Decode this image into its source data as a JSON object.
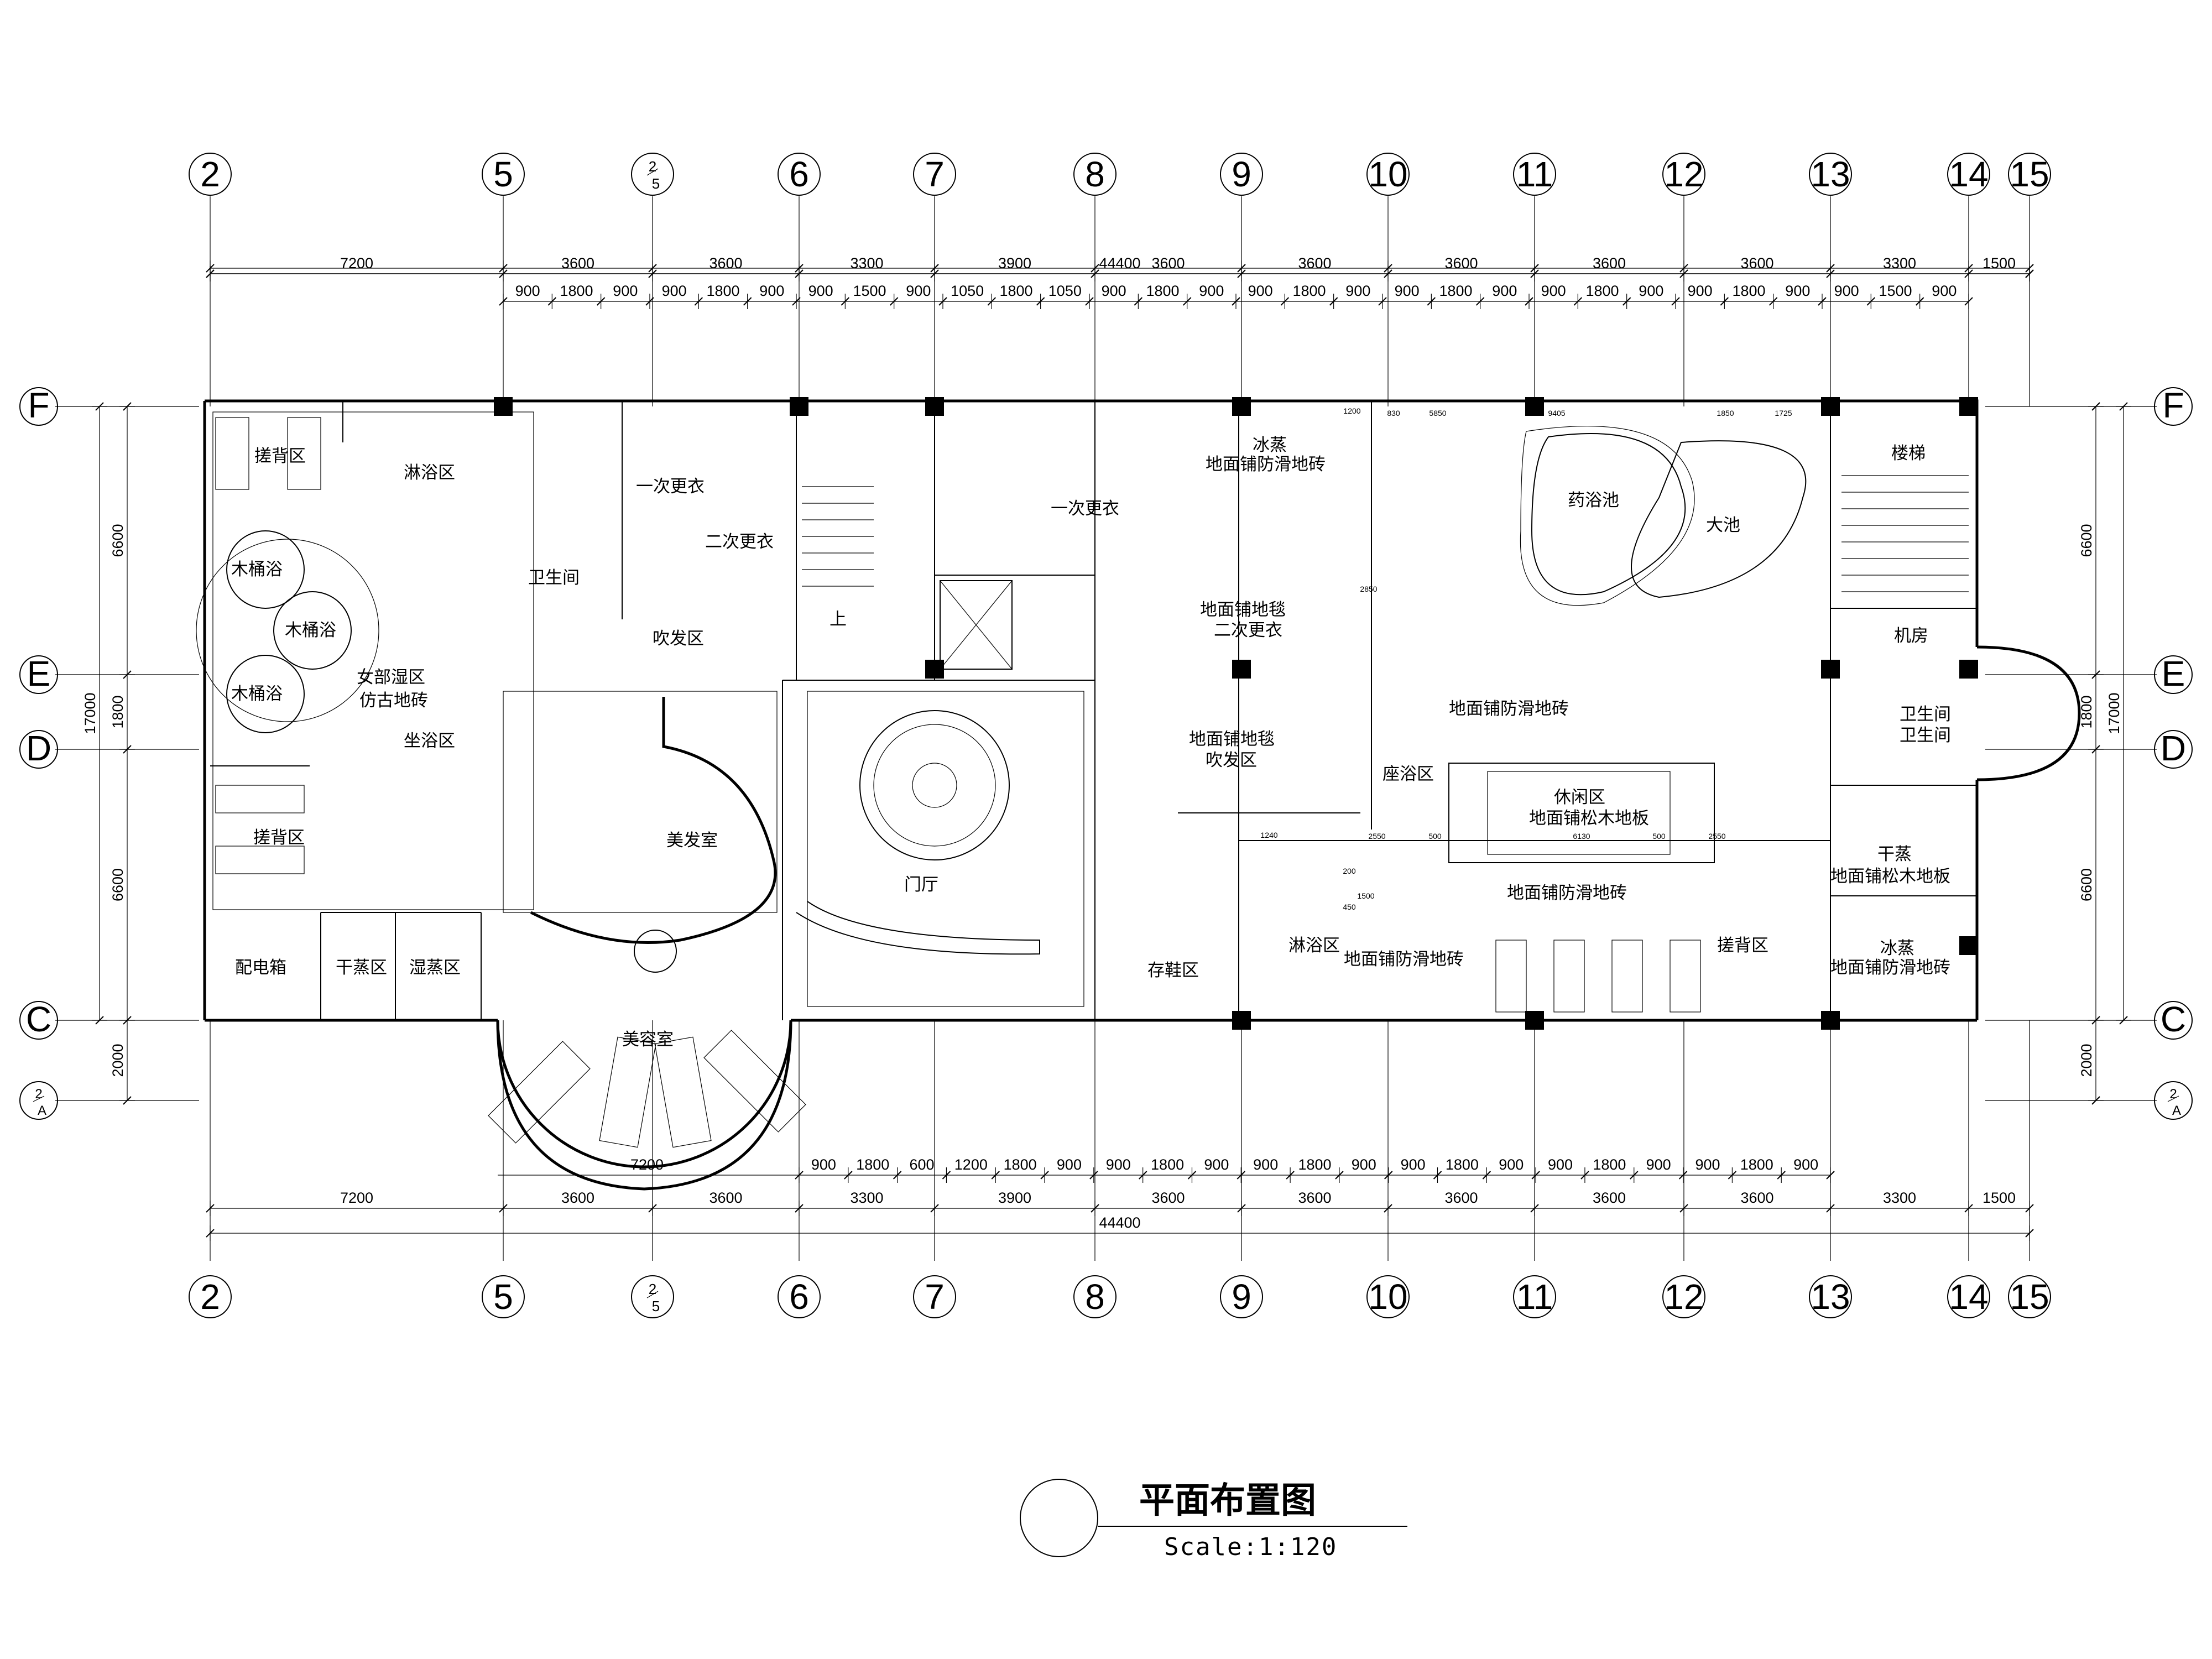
{
  "drawing": {
    "title": "平面布置图",
    "scale": "Scale:1:120"
  },
  "axes": {
    "columns": [
      {
        "id": "col-2",
        "label": "2"
      },
      {
        "id": "col-5",
        "label": "5"
      },
      {
        "id": "col-2-5",
        "label": "2/5",
        "num": "2",
        "den": "5"
      },
      {
        "id": "col-6",
        "label": "6"
      },
      {
        "id": "col-7",
        "label": "7"
      },
      {
        "id": "col-8",
        "label": "8"
      },
      {
        "id": "col-9",
        "label": "9"
      },
      {
        "id": "col-10",
        "label": "10"
      },
      {
        "id": "col-11",
        "label": "11"
      },
      {
        "id": "col-12",
        "label": "12"
      },
      {
        "id": "col-13",
        "label": "13"
      },
      {
        "id": "col-14",
        "label": "14"
      },
      {
        "id": "col-15",
        "label": "15"
      }
    ],
    "rows": [
      {
        "id": "row-F",
        "label": "F"
      },
      {
        "id": "row-E",
        "label": "E"
      },
      {
        "id": "row-D",
        "label": "D"
      },
      {
        "id": "row-C",
        "label": "C"
      },
      {
        "id": "row-2-A",
        "label": "2/A",
        "num": "2",
        "den": "A"
      }
    ]
  },
  "dimensions": {
    "overall": "44400",
    "top_bays": [
      "7200",
      "3600",
      "3600",
      "3300",
      "3900",
      "3600",
      "3600",
      "3600",
      "3600",
      "3600",
      "3300",
      "1500"
    ],
    "top_sub": [
      "900",
      "1800",
      "900",
      "900",
      "1800",
      "900",
      "900",
      "1500",
      "900",
      "1050",
      "1800",
      "1050",
      "900",
      "1800",
      "900",
      "900",
      "1800",
      "900",
      "900",
      "1800",
      "900",
      "900",
      "1800",
      "900",
      "900",
      "1800",
      "900",
      "900",
      "1500",
      "900"
    ],
    "bottom_sub_first": "7200",
    "bottom_sub": [
      "900",
      "1800",
      "600",
      "1200",
      "1800",
      "900",
      "900",
      "1800",
      "900",
      "900",
      "1800",
      "900",
      "900",
      "1800",
      "900",
      "900",
      "1800",
      "900",
      "900",
      "1800",
      "900"
    ],
    "bottom_bays": [
      "7200",
      "3600",
      "3600",
      "3300",
      "3900",
      "3600",
      "3600",
      "3600",
      "3600",
      "3600",
      "3300",
      "1500"
    ],
    "left_rows": [
      "6600",
      "1800",
      "6600",
      "2000"
    ],
    "left_total": "17000",
    "right_rows": [
      "6600",
      "1800",
      "6600",
      "2000"
    ],
    "right_total": "17000",
    "small": [
      "1200",
      "830",
      "5850",
      "9405",
      "1850",
      "1725",
      "2850",
      "1240",
      "2550",
      "500",
      "6130",
      "500",
      "2550",
      "450",
      "200",
      "1500"
    ]
  },
  "rooms": {
    "scrub_top": "搓背区",
    "shower_left": "淋浴区",
    "wood_tub_1": "木桶浴",
    "wood_tub_2": "木桶浴",
    "wood_tub_3": "木桶浴",
    "women_wet": "女部湿区",
    "antique_tile": "仿古地砖",
    "sitting_bath": "坐浴区",
    "scrub_bottom": "搓背区",
    "electric_box": "配电箱",
    "dry_steam": "干蒸区",
    "wet_steam": "湿蒸区",
    "toilet_left": "卫生间",
    "first_change_left": "一次更衣",
    "second_change_left": "二次更衣",
    "blow_dry_left": "吹发区",
    "hair_salon": "美发室",
    "beauty_room": "美容室",
    "lobby": "门厅",
    "up_arrow": "上",
    "first_change_center": "一次更衣",
    "ice_steam_top": "冰蒸",
    "anti_slip_top": "地面铺防滑地砖",
    "carpet_1": "地面铺地毯",
    "second_change_center": "二次更衣",
    "carpet_2": "地面铺地毯",
    "blow_dry_center": "吹发区",
    "shoe_storage": "存鞋区",
    "shower_right": "淋浴区",
    "anti_slip_shower": "地面铺防滑地砖",
    "herbal_pool": "药浴池",
    "big_pool": "大池",
    "anti_slip_mid": "地面铺防滑地砖",
    "sitting_bath_right": "座浴区",
    "leisure": "休闲区",
    "pine_floor": "地面铺松木地板",
    "anti_slip_lower": "地面铺防滑地砖",
    "scrub_right": "搓背区",
    "stairs": "楼梯",
    "machine_room": "机房",
    "toilet_r1": "卫生间",
    "toilet_r2": "卫生间",
    "dry_steam_right": "干蒸",
    "pine_floor_right": "地面铺松木地板",
    "ice_steam_right": "冰蒸",
    "anti_slip_right": "地面铺防滑地砖"
  }
}
